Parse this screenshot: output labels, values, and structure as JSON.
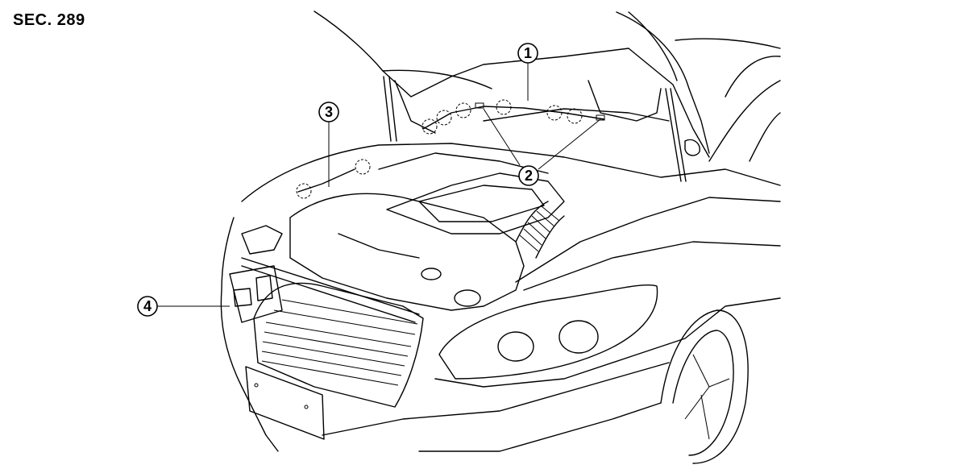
{
  "section_label": "SEC. 289",
  "callouts": [
    {
      "id": "1",
      "label": "1"
    },
    {
      "id": "2",
      "label": "2"
    },
    {
      "id": "3",
      "label": "3"
    },
    {
      "id": "4",
      "label": "4"
    }
  ],
  "colors": {
    "line": "#000000",
    "background": "#ffffff"
  }
}
